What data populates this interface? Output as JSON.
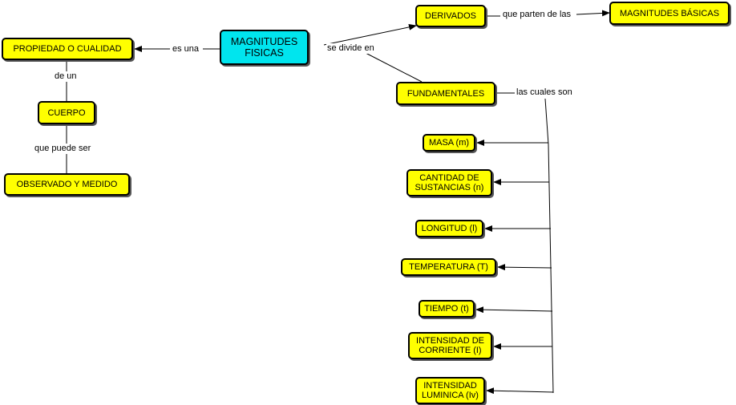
{
  "colors": {
    "root_fill": "#00e5ee",
    "node_fill": "#ffff00",
    "border": "#000000",
    "line": "#000000"
  },
  "nodes": {
    "magnitudes_fisicas": "MAGNITUDES\nFISICAS",
    "propiedad": "PROPIEDAD O CUALIDAD",
    "cuerpo": "CUERPO",
    "observado": "OBSERVADO Y MEDIDO",
    "derivados": "DERIVADOS",
    "magnitudes_basicas": "MAGNITUDES BÁSICAS",
    "fundamentales": "FUNDAMENTALES",
    "masa": "MASA (m)",
    "cantidad": "CANTIDAD DE\nSUSTANCIAS (n)",
    "longitud": "LONGITUD (l)",
    "temperatura": "TEMPERATURA (T)",
    "tiempo": "TIEMPO (t)",
    "intensidad_corriente": "INTENSIDAD DE\nCORRIENTE (I)",
    "intensidad_luminica": "INTENSIDAD\nLUMINICA (Iv)"
  },
  "links": {
    "es_una": "es una",
    "de_un": "de un",
    "que_puede_ser": "que puede ser",
    "se_divide_en": "se divide en",
    "que_parten_de_las": "que parten de las",
    "las_cuales_son": "las cuales son"
  }
}
